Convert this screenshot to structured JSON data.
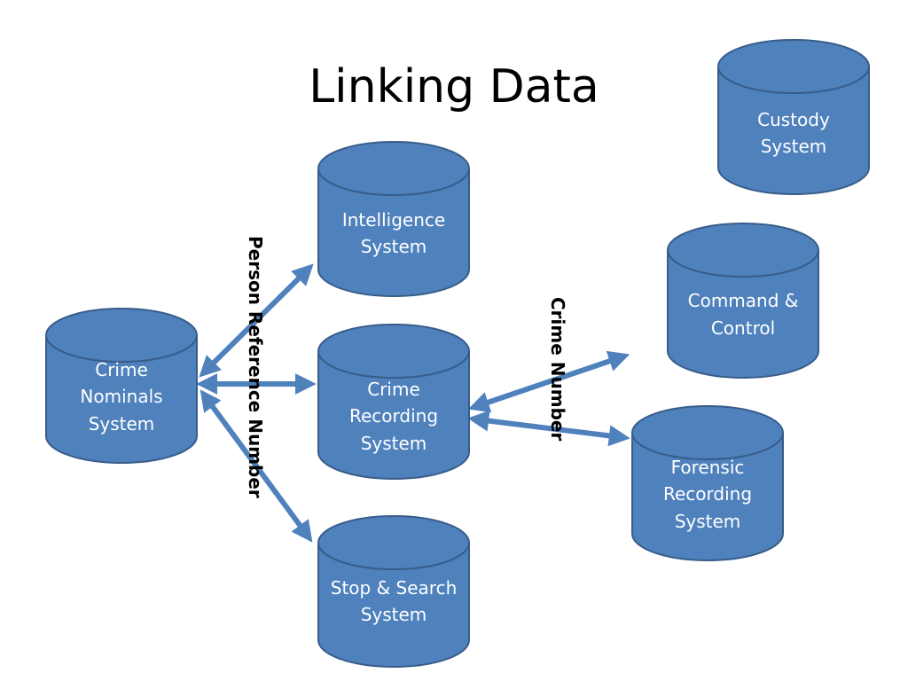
{
  "title": "Linking Data",
  "systems": {
    "custody": [
      "Custody",
      "System"
    ],
    "intelligence": [
      "Intelligence",
      "System"
    ],
    "command": [
      "Command &",
      "Control"
    ],
    "crime_nominals": [
      "Crime",
      "Nominals",
      "System"
    ],
    "crime_recording": [
      "Crime",
      "Recording",
      "System"
    ],
    "forensic": [
      "Forensic",
      "Recording",
      "System"
    ],
    "stop_search": [
      "Stop & Search",
      "System"
    ]
  },
  "links": {
    "person_reference": "Person Reference Number",
    "crime_number": "Crime Number"
  },
  "colors": {
    "fill": "#4f81bd",
    "stroke": "#385d8a",
    "label": "#ffffff"
  }
}
